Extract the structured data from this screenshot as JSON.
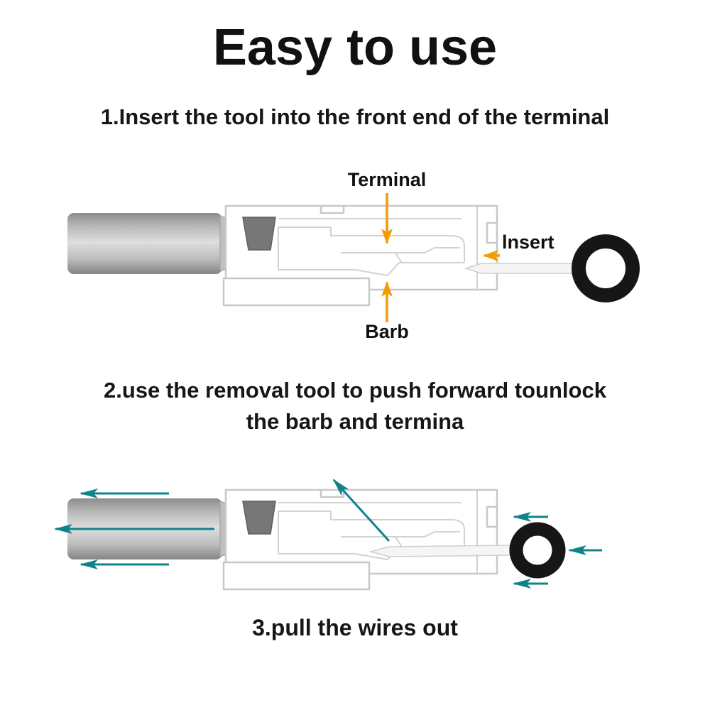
{
  "title": "Easy to use",
  "step1": {
    "text": "1.Insert the tool into the front end of the terminal"
  },
  "step2": {
    "line1": "2.use the removal tool to push forward tounlock",
    "line2": "the barb and termina"
  },
  "step3": {
    "text": "3.pull the wires out"
  },
  "diagram1": {
    "labels": {
      "terminal": "Terminal",
      "insert": "lnsert",
      "barb": "Barb"
    }
  },
  "colors": {
    "callout": "#F29C00",
    "motion": "#0E8488",
    "ink": "#161616"
  }
}
